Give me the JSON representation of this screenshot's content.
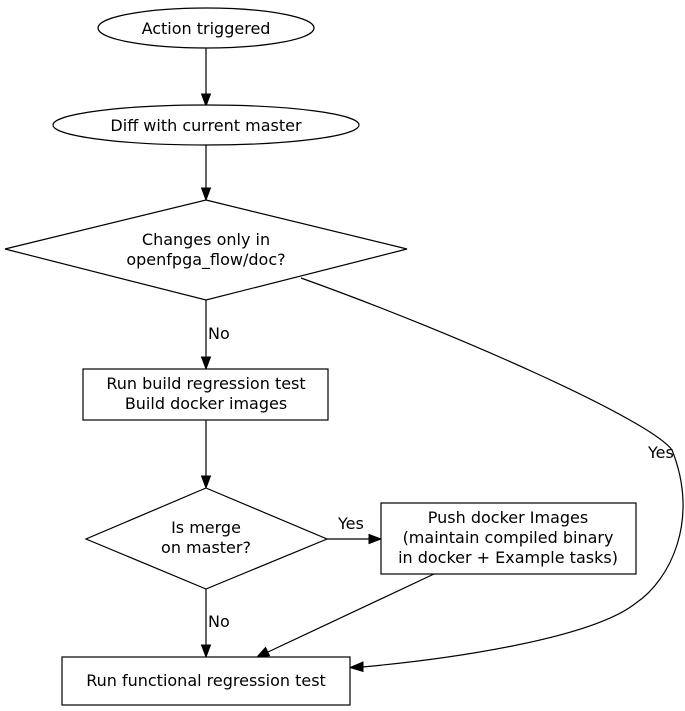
{
  "nodes": {
    "start": {
      "label": "Action triggered"
    },
    "diff": {
      "label": "Diff with current master"
    },
    "changes_decision": {
      "line1": "Changes only in",
      "line2": "openfpga_flow/doc?"
    },
    "build": {
      "line1": "Run build regression test",
      "line2": "Build docker images"
    },
    "merge_decision": {
      "line1": "Is merge",
      "line2": "on master?"
    },
    "push": {
      "line1": "Push docker Images",
      "line2": "(maintain compiled binary",
      "line3": "in docker + Example tasks)"
    },
    "functional": {
      "label": "Run functional regression test"
    }
  },
  "edges": {
    "changes_no": "No",
    "changes_yes": "Yes",
    "merge_yes": "Yes",
    "merge_no": "No"
  }
}
